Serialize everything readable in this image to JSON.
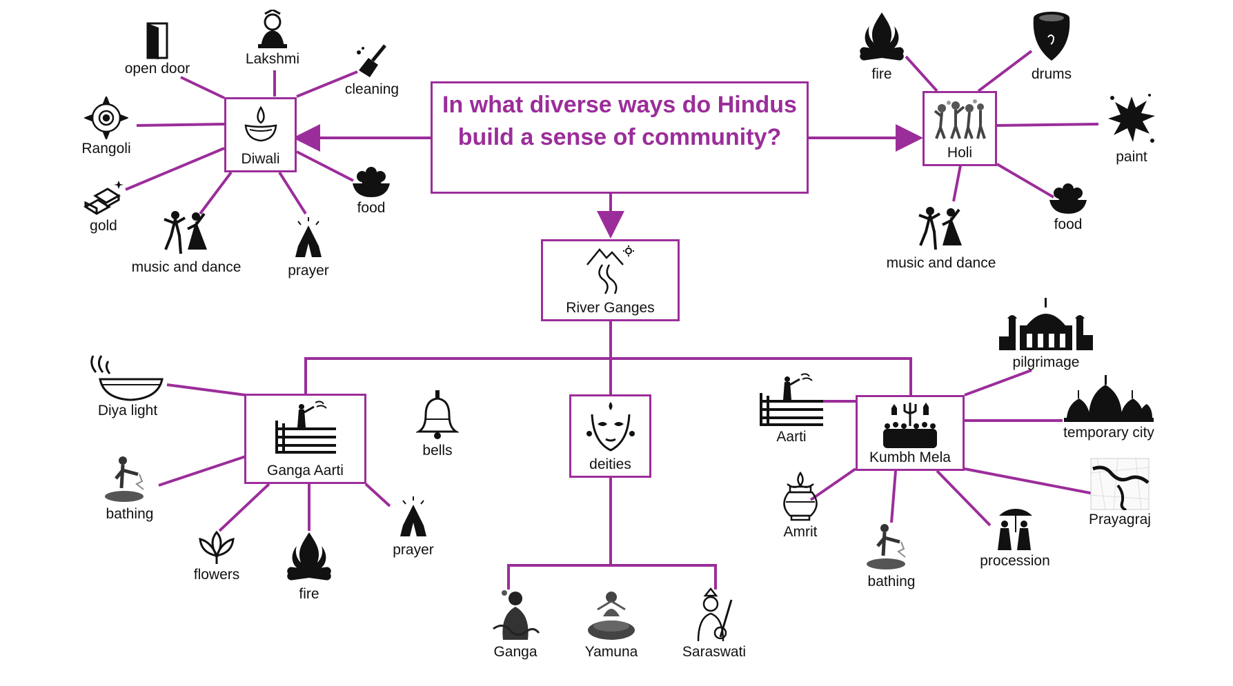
{
  "question": "In what diverse ways do Hindus build a sense of community?",
  "accent_color": "#9b2d9a",
  "diwali": {
    "label": "Diwali",
    "open_door": "open door",
    "lakshmi": "Lakshmi",
    "cleaning": "cleaning",
    "rangoli": "Rangoli",
    "gold": "gold",
    "music_dance": "music and dance",
    "prayer": "prayer",
    "food": "food"
  },
  "holi": {
    "label": "Holi",
    "fire": "fire",
    "drums": "drums",
    "paint": "paint",
    "food": "food",
    "music_dance": "music and dance"
  },
  "river": {
    "label": "River Ganges"
  },
  "ganga_aarti": {
    "label": "Ganga Aarti",
    "diya_light": "Diya light",
    "bathing": "bathing",
    "flowers": "flowers",
    "fire": "fire",
    "prayer": "prayer",
    "bells": "bells"
  },
  "deities": {
    "label": "deities",
    "ganga": "Ganga",
    "yamuna": "Yamuna",
    "saraswati": "Saraswati"
  },
  "kumbh_mela": {
    "label": "Kumbh Mela",
    "pilgrimage": "pilgrimage",
    "temporary_city": "temporary city",
    "aarti": "Aarti",
    "amrit": "Amrit",
    "bathing": "bathing",
    "procession": "procession",
    "prayagraj": "Prayagraj"
  }
}
